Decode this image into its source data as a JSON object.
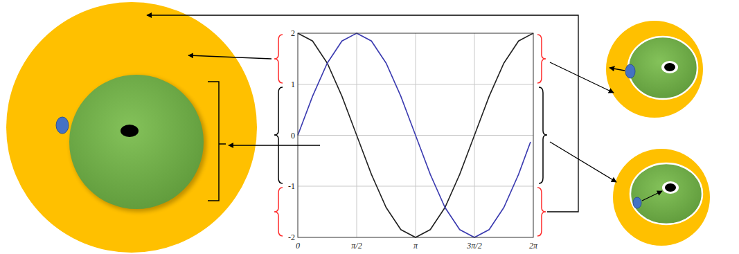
{
  "diagram": {
    "labels": [
      "2",
      "1",
      "0",
      "-1",
      "-2",
      "0",
      "π/2",
      "π",
      "3π/2",
      "2π"
    ]
  }
}
